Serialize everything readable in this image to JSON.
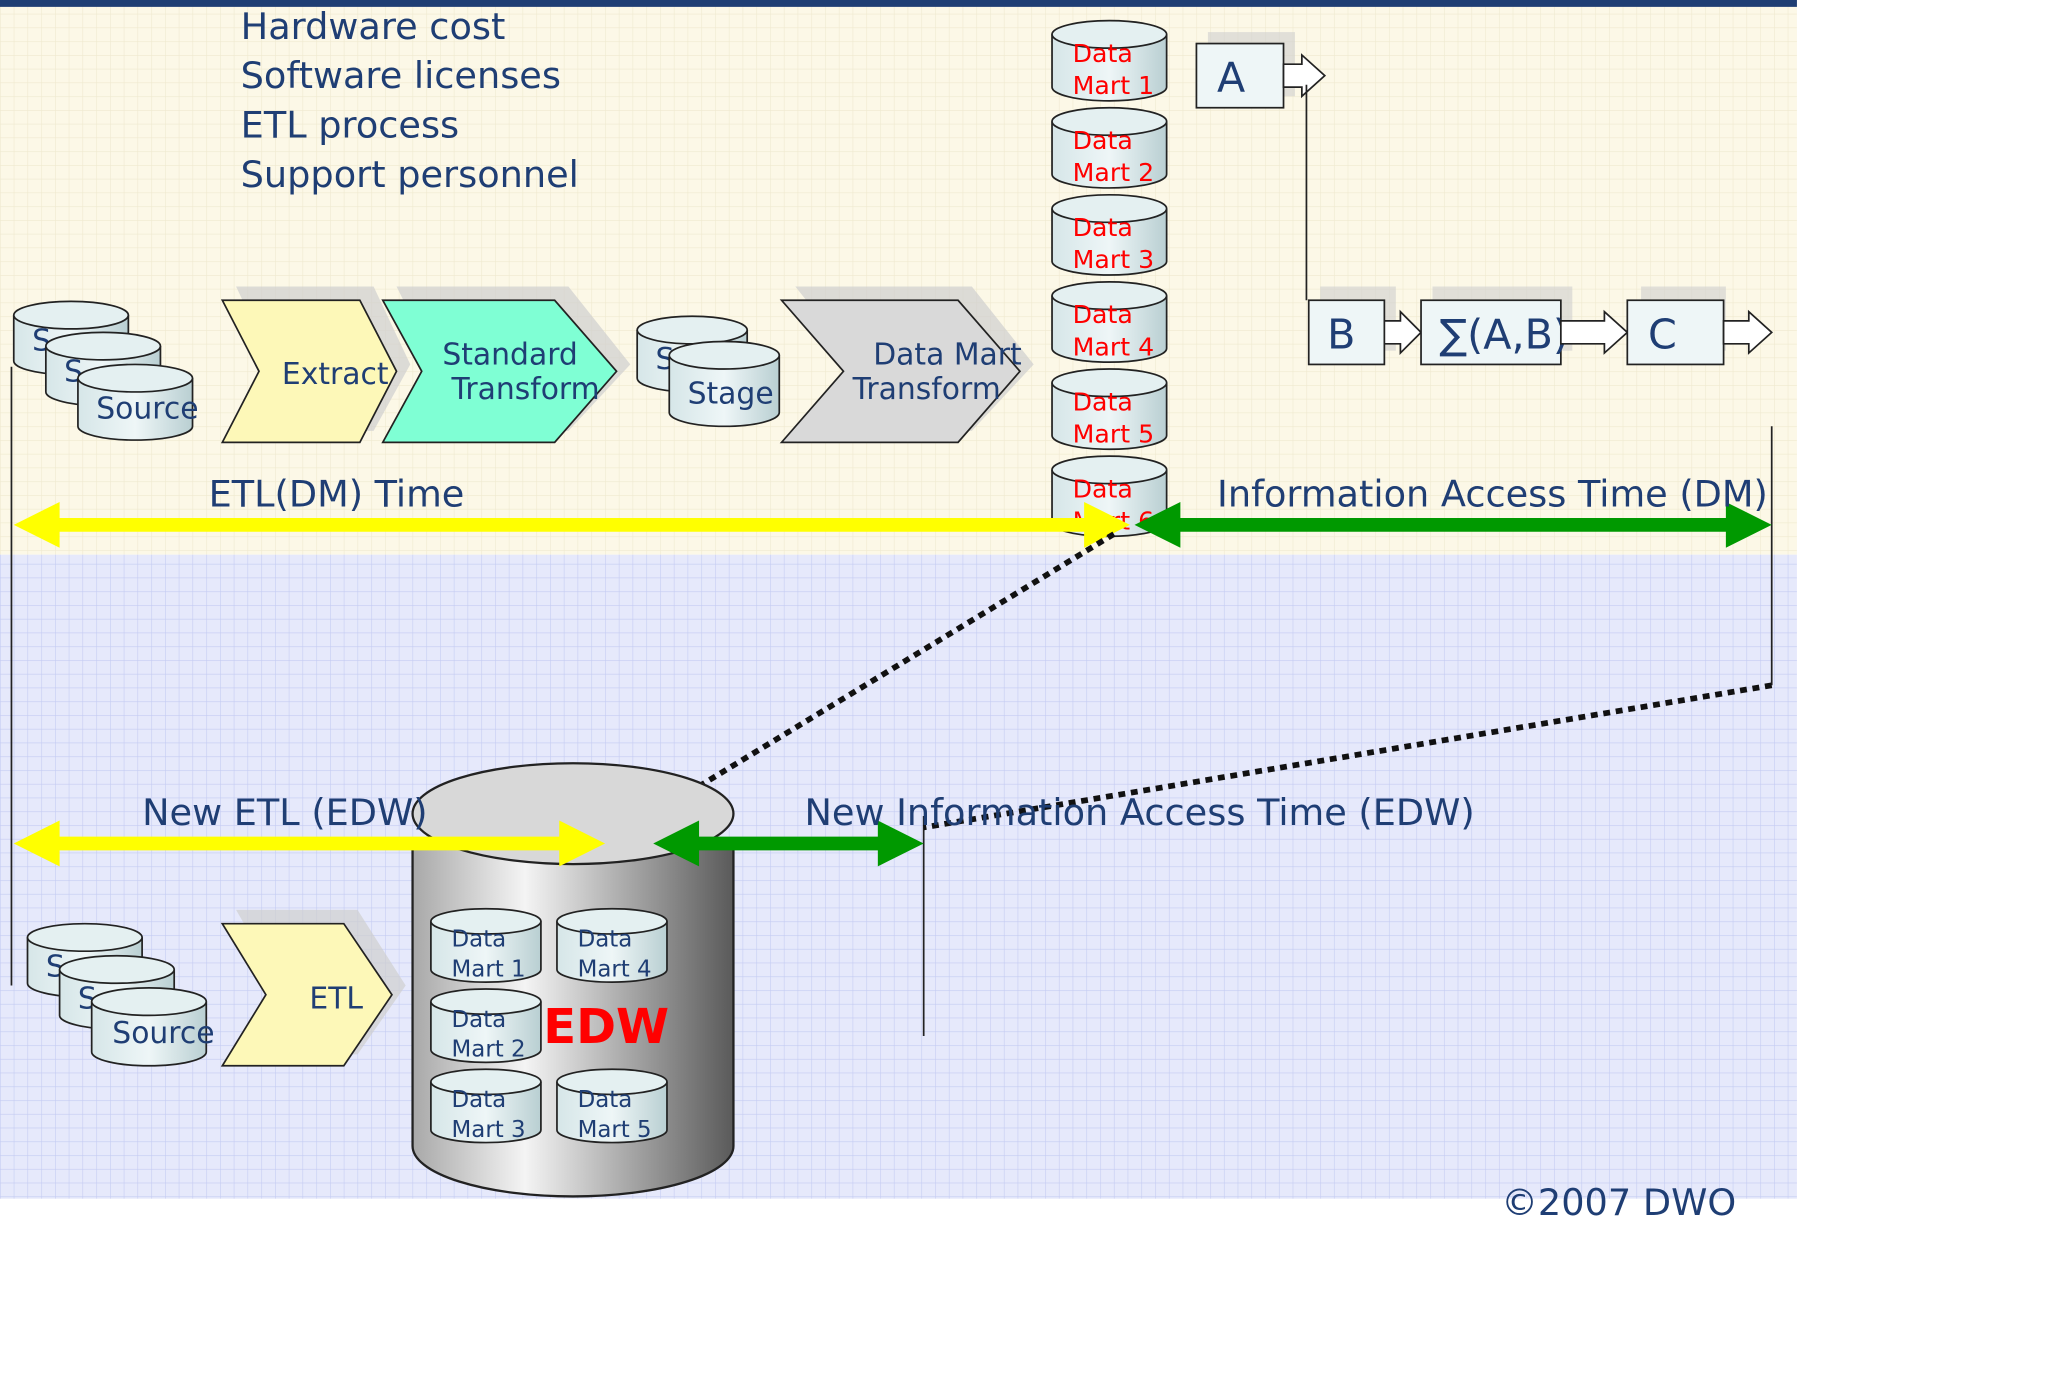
{
  "cost_items": [
    "Hardware cost",
    "Software licenses",
    "ETL process",
    "Support personnel"
  ],
  "top_flow": {
    "sources": [
      "S",
      "S",
      "Source"
    ],
    "extract": "Extract",
    "standard_transform": [
      "Standard",
      "Transform"
    ],
    "stage_ghost": "S",
    "stage": "Stage",
    "dm_transform": [
      "Data Mart",
      "Transform"
    ],
    "data_marts": [
      [
        "Data",
        "Mart 1"
      ],
      [
        "Data",
        "Mart 2"
      ],
      [
        "Data",
        "Mart 3"
      ],
      [
        "Data",
        "Mart 4"
      ],
      [
        "Data",
        "Mart 5"
      ],
      [
        "Data",
        "Mart 6"
      ]
    ]
  },
  "calc": {
    "a": "A",
    "b": "B",
    "sum": "∑(A,B)",
    "c": "C"
  },
  "timelines": {
    "etl_dm": "ETL(DM) Time",
    "info_dm": "Information Access Time (DM)",
    "etl_edw": "New ETL (EDW)",
    "info_edw": "New Information Access Time (EDW)"
  },
  "bottom_flow": {
    "sources": [
      "S",
      "S",
      "Source"
    ],
    "etl": "ETL",
    "edw": "EDW",
    "marts": [
      [
        "Data",
        "Mart 1"
      ],
      [
        "Data",
        "Mart 4"
      ],
      [
        "Data",
        "Mart 2"
      ],
      [
        "Data",
        "Mart 3"
      ],
      [
        "Data",
        "Mart 5"
      ]
    ]
  },
  "footer_partial": "©2007 DWO",
  "colors": {
    "header_bar": "#1f3e74",
    "top_bg": "#fcf8e7",
    "bottom_bg": "#e4e8fa",
    "yellow_arrow": "#ffff00",
    "green_arrow": "#009900",
    "text": "#1f3e74",
    "data_mart_text": "#ff0000",
    "extract_fill": "#fdf8b8",
    "transform_fill": "#7fffd4",
    "dm_transform_fill": "#d9d9d9",
    "edw_label": "#ff0000"
  }
}
